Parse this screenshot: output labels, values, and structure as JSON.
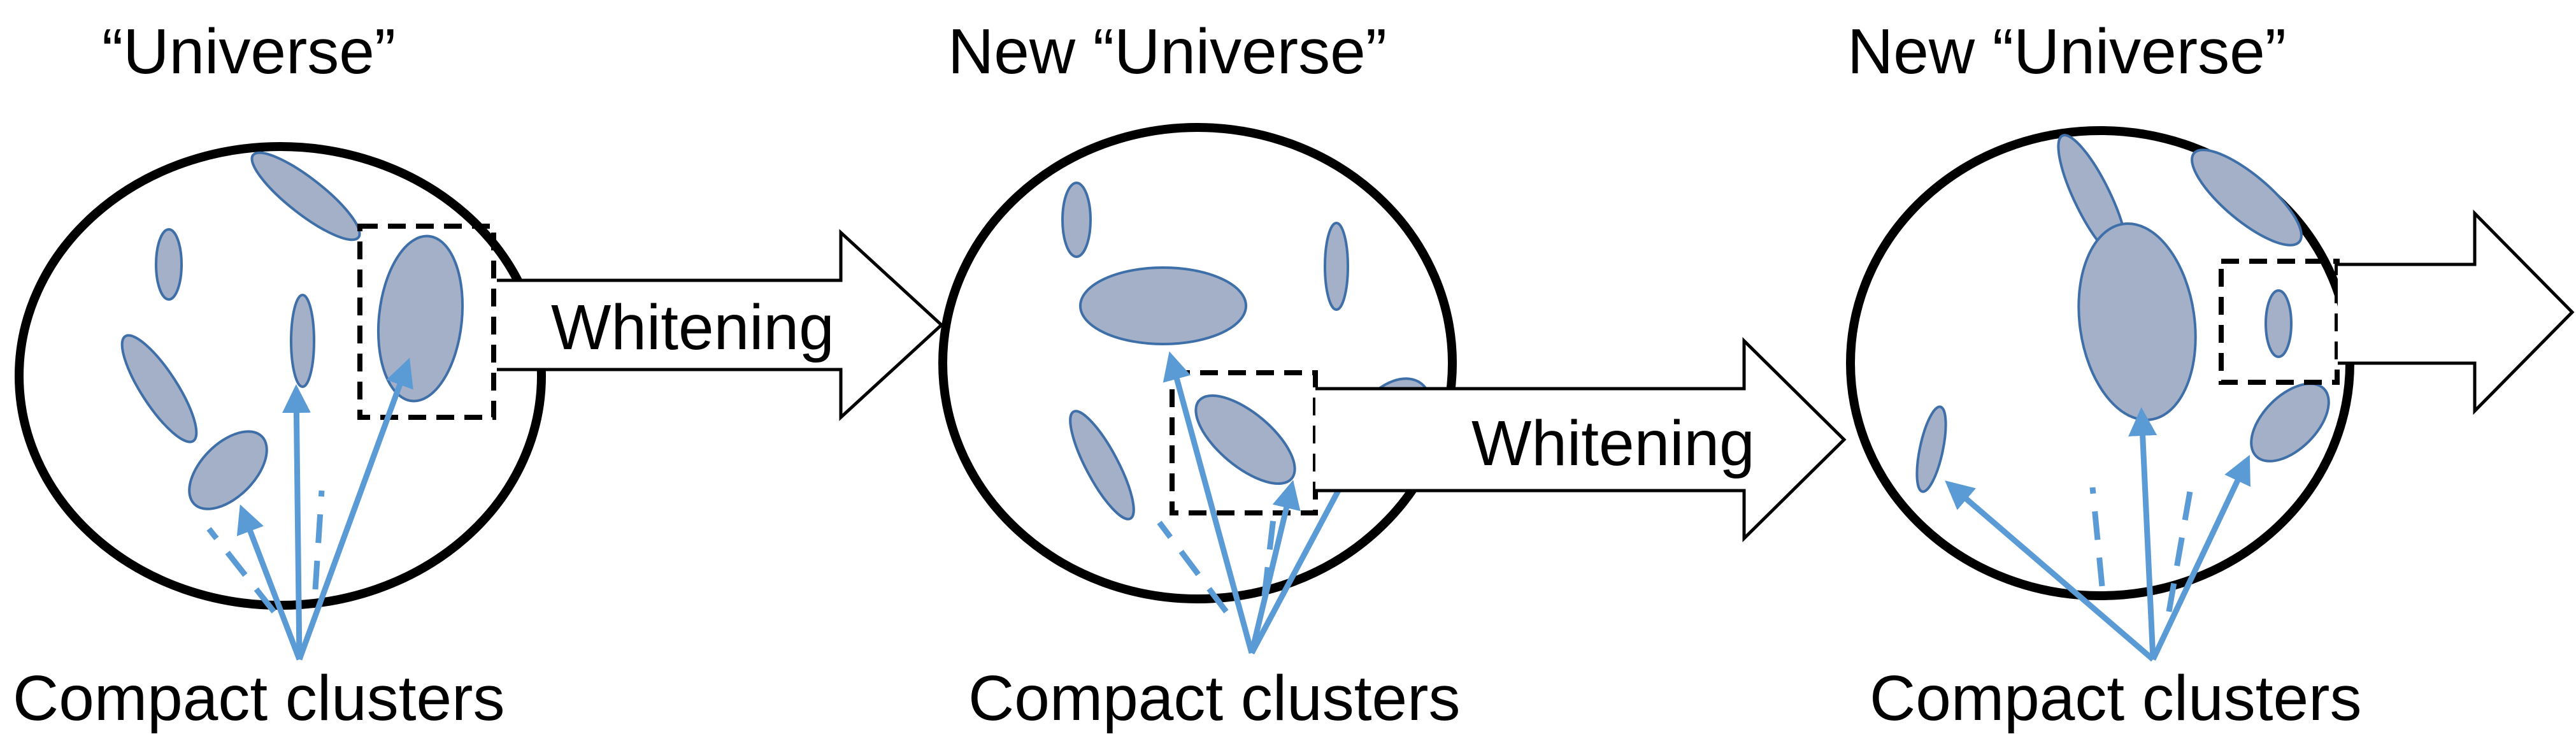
{
  "panels": [
    {
      "title": "“Universe”",
      "caption": "Compact clusters"
    },
    {
      "title": "New “Universe”",
      "caption": "Compact clusters"
    },
    {
      "title": "New “Universe”",
      "caption": "Compact clusters"
    }
  ],
  "transitions": [
    {
      "label": "Whitening"
    },
    {
      "label": "Whitening"
    },
    {
      "label": ""
    }
  ],
  "colors": {
    "cluster_fill": "#A3B0C8",
    "cluster_stroke": "#3F6FA8",
    "arrow": "#5B9BD5",
    "outline": "#000000"
  }
}
